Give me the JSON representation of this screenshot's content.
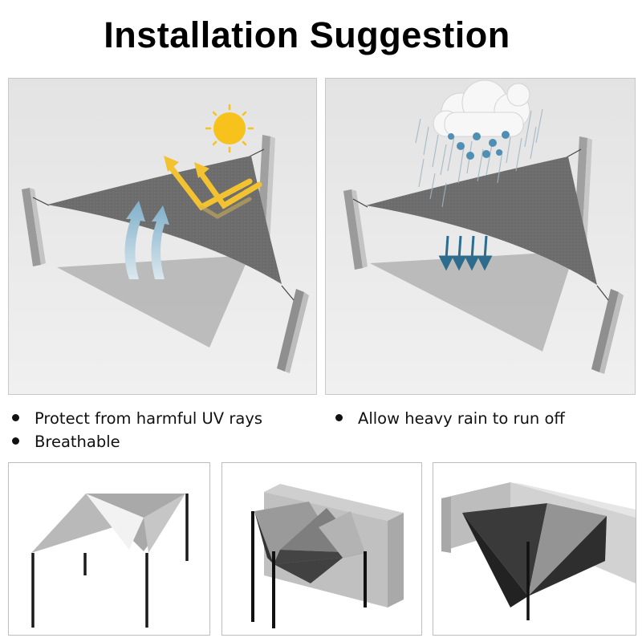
{
  "page": {
    "title": "Installation Suggestion"
  },
  "features": [
    {
      "label": "Protect from harmful UV rays"
    },
    {
      "label": "Breathable"
    },
    {
      "label": "Allow heavy rain to run off"
    }
  ],
  "colors": {
    "sail": "#6e6e6e",
    "sun": "#f6c21b",
    "uv_arrow": "#f2c230",
    "air_arrow": "#8fb7cc",
    "rain_arrow": "#2d6c8c",
    "panel_bg": "#ebebeb"
  },
  "icons": [
    "sun-icon",
    "cloud-icon",
    "rain-icon",
    "uv-arrow-icon",
    "airflow-arrow-icon",
    "runoff-arrow-icon"
  ]
}
